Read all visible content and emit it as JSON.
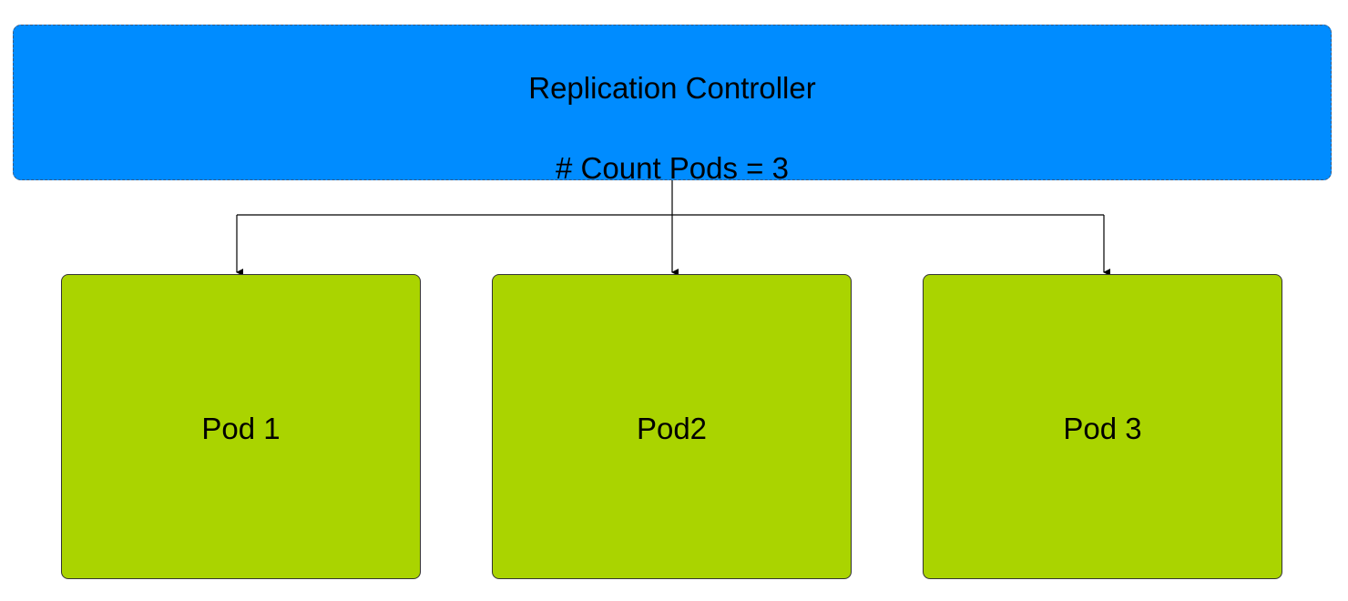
{
  "controller": {
    "title": "Replication Controller",
    "count_text": "# Count Pods = 3"
  },
  "pods": [
    {
      "label": "Pod 1"
    },
    {
      "label": "Pod2"
    },
    {
      "label": "Pod 3"
    }
  ],
  "colors": {
    "controller_fill": "#008cff",
    "pod_fill": "#aad400",
    "connector": "#000000"
  }
}
